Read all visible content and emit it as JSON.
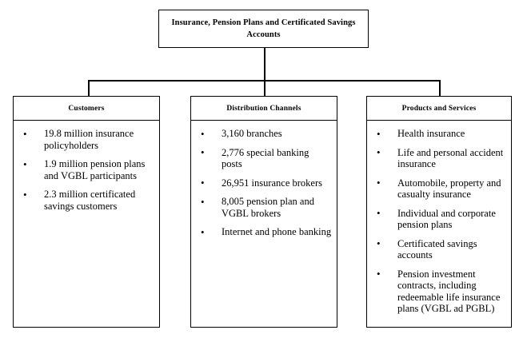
{
  "diagram": {
    "root": {
      "title": "Insurance, Pension Plans and Certificated Savings Accounts"
    },
    "bullet_glyph": "•",
    "columns": [
      {
        "header": "Customers",
        "items": [
          "19.8 million insurance policyholders",
          "1.9 million pension plans and VGBL participants",
          "2.3 million certificated savings customers"
        ]
      },
      {
        "header": "Distribution Channels",
        "items": [
          "3,160 branches",
          "2,776 special banking posts",
          "26,951 insurance brokers",
          "8,005 pension plan and VGBL brokers",
          "Internet and phone banking"
        ]
      },
      {
        "header": "Products and Services",
        "items": [
          "Health insurance",
          "Life and personal accident insurance",
          "Automobile, property and casualty insurance",
          "Individual and corporate pension plans",
          "Certificated savings accounts",
          "Pension investment contracts, including redeemable life insurance plans (VGBL ad PGBL)"
        ]
      }
    ]
  }
}
